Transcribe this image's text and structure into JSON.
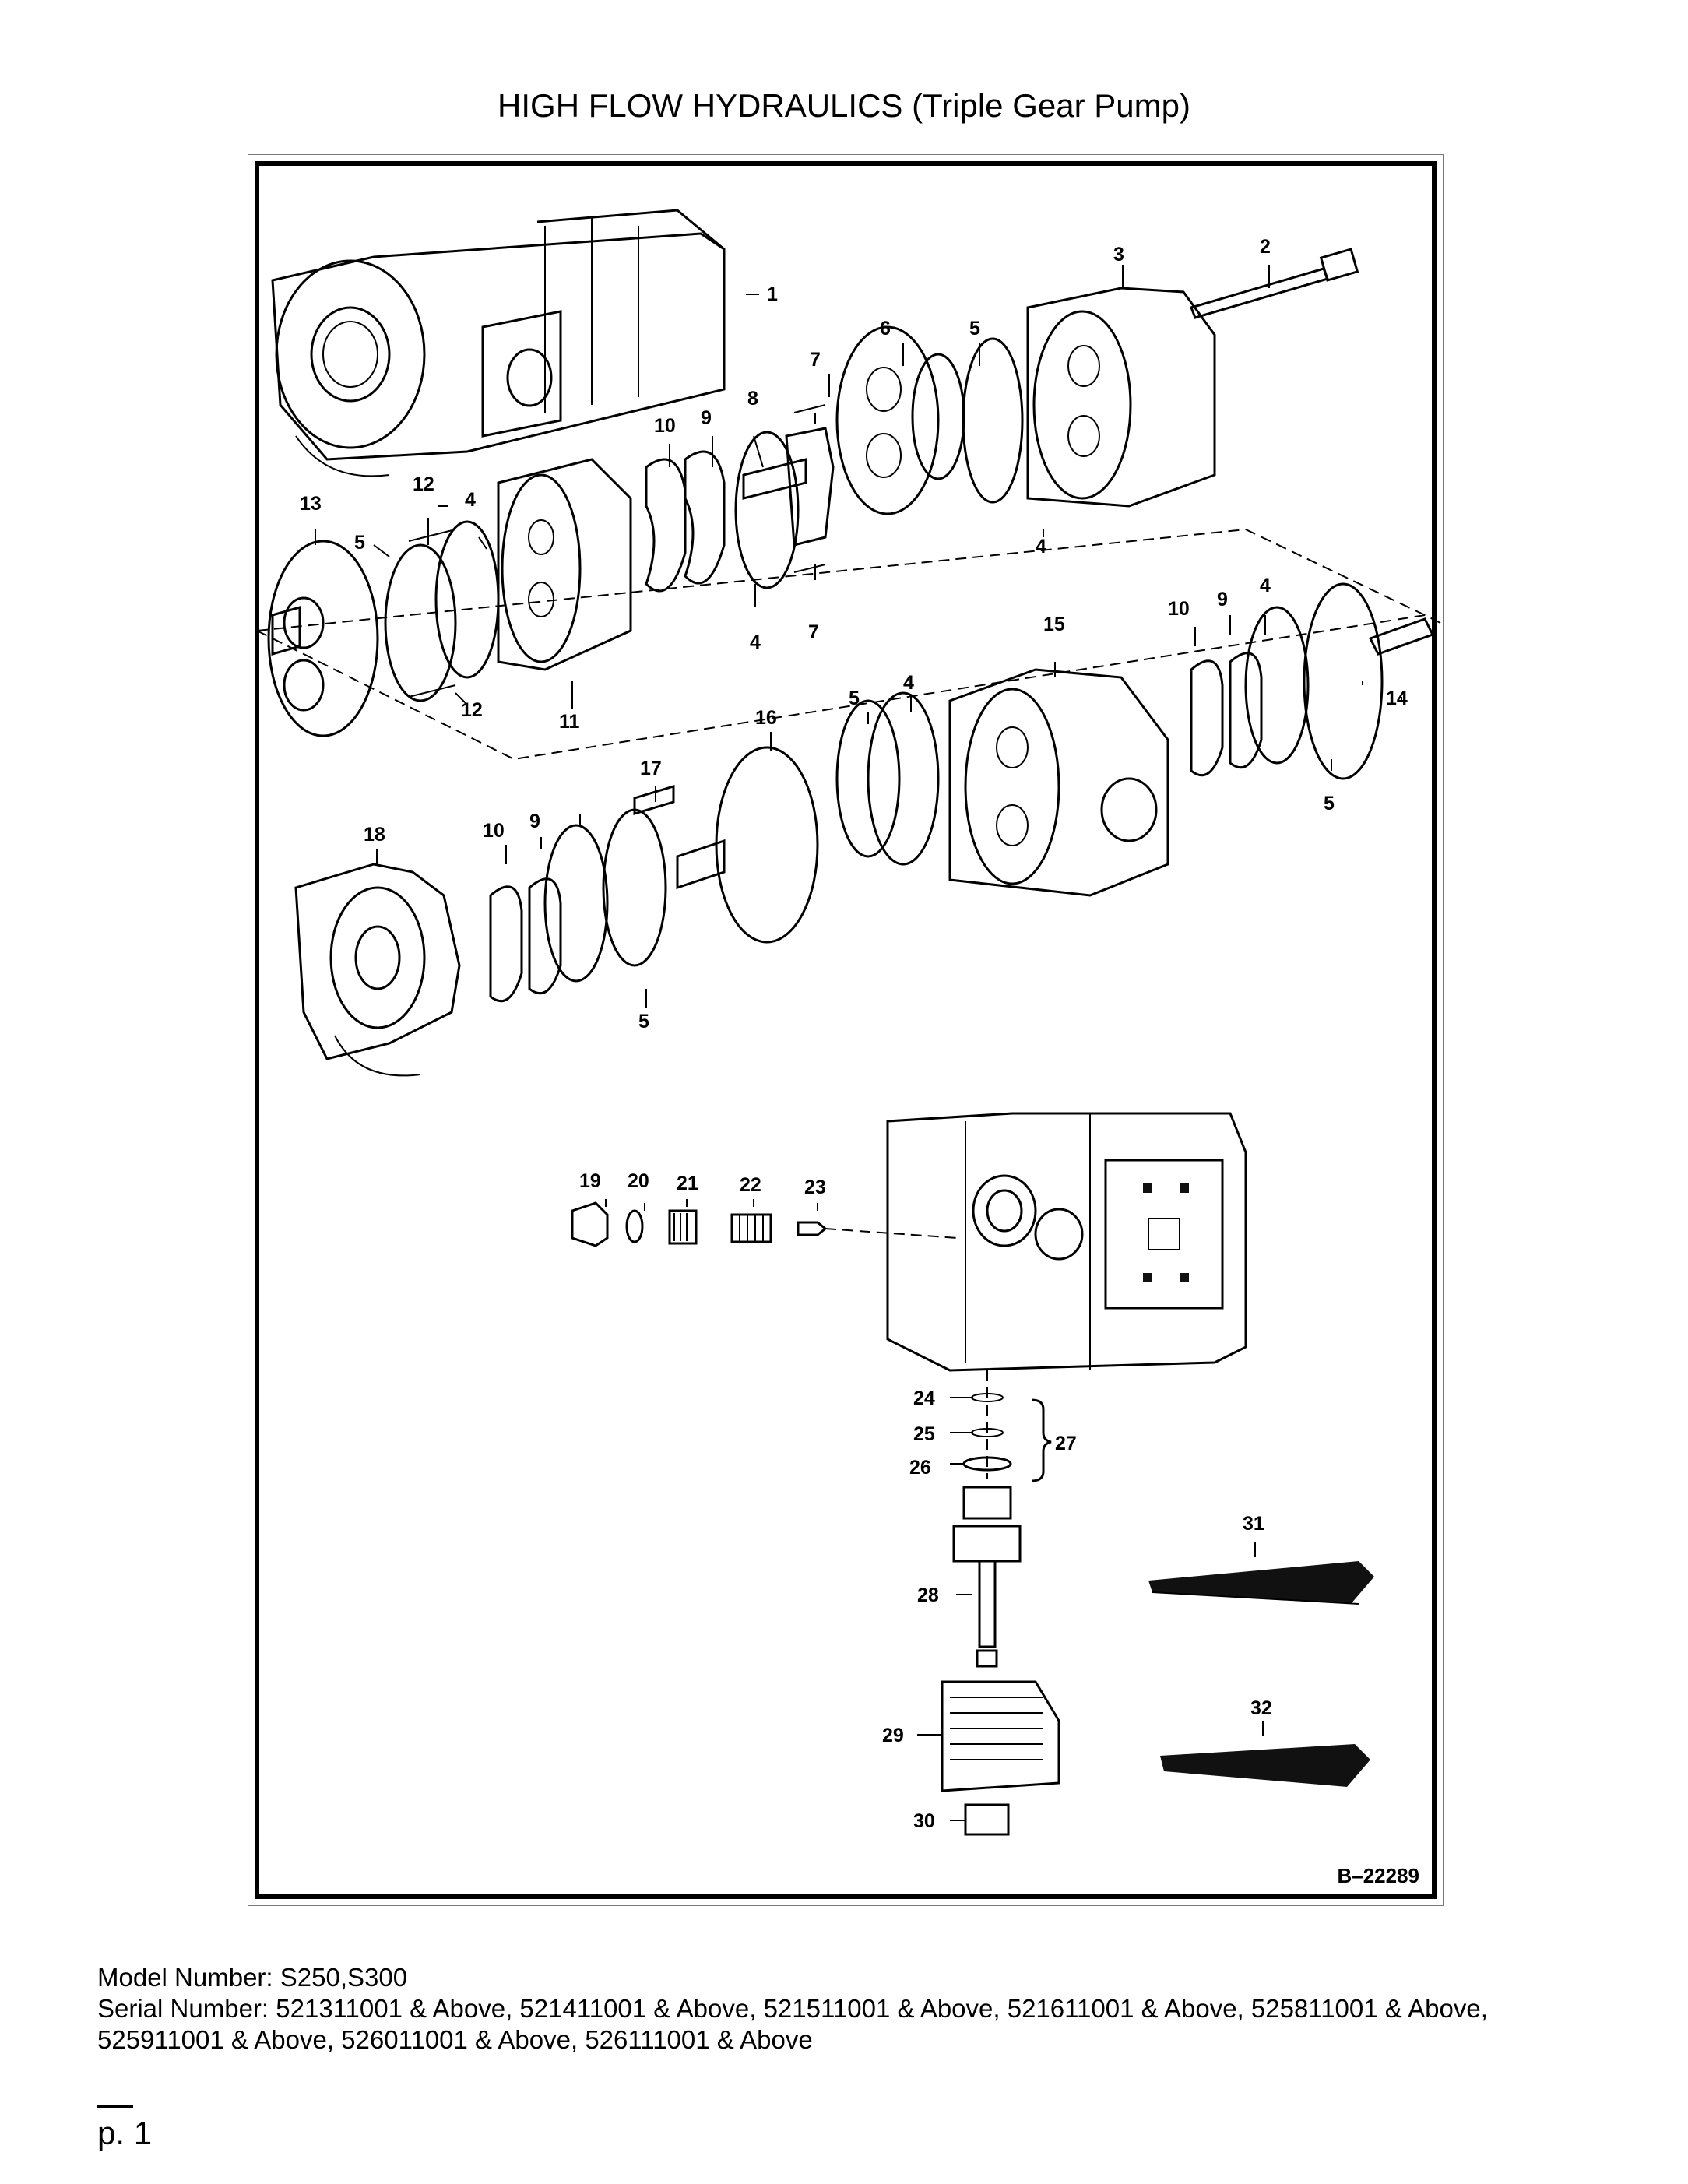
{
  "page": {
    "title": "HIGH FLOW HYDRAULICS (Triple Gear Pump)",
    "drawing_number": "B–22289",
    "model_line": "Model Number: S250,S300",
    "serial_line": "Serial Number: 521311001 & Above, 521411001 & Above, 521511001 & Above, 521611001 & Above, 525811001 & Above, 525911001 & Above, 526011001 & Above, 526111001 & Above",
    "page_number": "p. 1"
  },
  "callouts": [
    "1",
    "2",
    "3",
    "4",
    "4",
    "4",
    "4",
    "4",
    "5",
    "5",
    "5",
    "5",
    "6",
    "7",
    "7",
    "8",
    "9",
    "9",
    "9",
    "10",
    "10",
    "10",
    "11",
    "12",
    "12",
    "13",
    "14",
    "15",
    "16",
    "17",
    "18",
    "19",
    "20",
    "21",
    "22",
    "23",
    "24",
    "25",
    "26",
    "27",
    "28",
    "29",
    "30",
    "31",
    "32"
  ]
}
